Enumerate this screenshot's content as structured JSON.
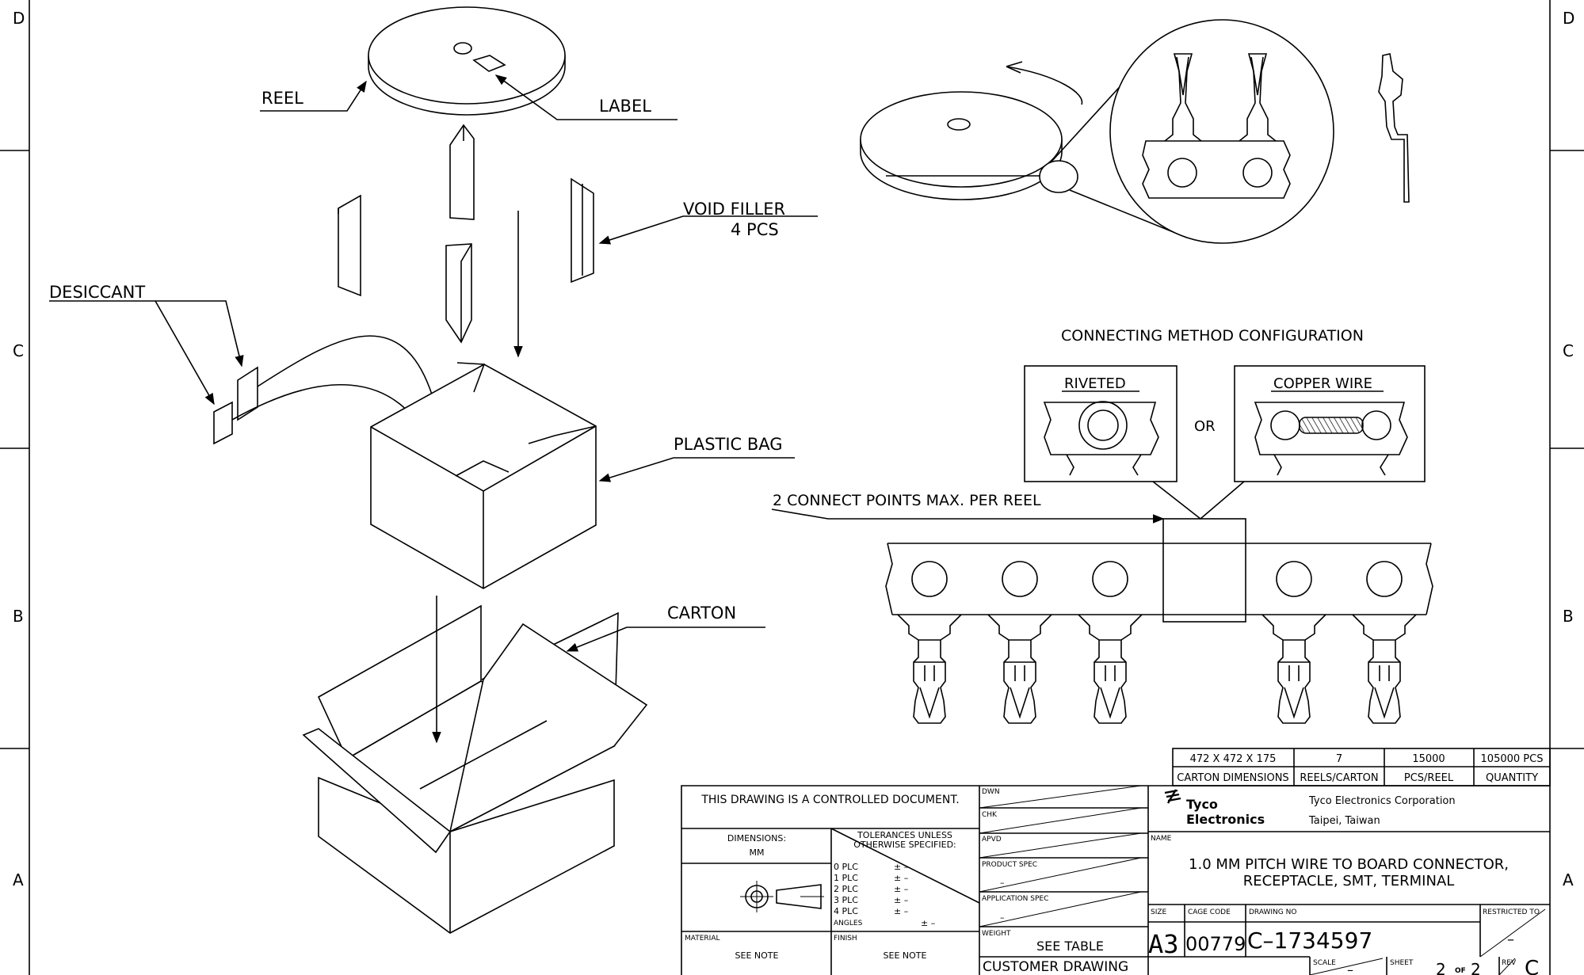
{
  "border": {
    "zone_left": [
      "D",
      "C",
      "B",
      "A"
    ],
    "zone_right": [
      "D",
      "C",
      "B",
      "A"
    ]
  },
  "callouts": {
    "reel": "REEL",
    "label": "LABEL",
    "void_filler": "VOID FILLER",
    "void_filler_qty": "4 PCS",
    "desiccant": "DESICCANT",
    "plastic_bag": "PLASTIC BAG",
    "carton": "CARTON",
    "connect_points": "2 CONNECT POINTS MAX. PER REEL"
  },
  "connecting": {
    "title": "CONNECTING METHOD CONFIGURATION",
    "riveted": "RIVETED",
    "or": "OR",
    "copper_wire": "COPPER WIRE"
  },
  "packaging_table": {
    "values": [
      "472 X 472 X 175",
      "7",
      "15000",
      "105000 PCS"
    ],
    "headers": [
      "CARTON DIMENSIONS",
      "REELS/CARTON",
      "PCS/REEL",
      "QUANTITY"
    ]
  },
  "title_block": {
    "controlled": "THIS DRAWING IS A CONTROLLED DOCUMENT.",
    "dimensions_label": "DIMENSIONS:",
    "dimensions_unit": "MM",
    "tolerances_label": "TOLERANCES UNLESS",
    "tolerances_label2": "OTHERWISE SPECIFIED:",
    "tol_rows": [
      "0 PLC",
      "1 PLC",
      "2 PLC",
      "3 PLC",
      "4 PLC",
      "ANGLES"
    ],
    "tol_sign": "± –",
    "material_label": "MATERIAL",
    "material_value": "SEE NOTE",
    "finish_label": "FINISH",
    "finish_value": "SEE NOTE",
    "dwn": "DWN",
    "chk": "CHK",
    "apvd": "APVD",
    "product_spec": "PRODUCT SPEC",
    "product_spec_value": "–",
    "application_spec": "APPLICATION SPEC",
    "application_spec_value": "–",
    "weight_label": "WEIGHT",
    "weight_value": "SEE TABLE",
    "customer_drawing": "CUSTOMER DRAWING",
    "company_logo_1": "Tyco",
    "company_logo_2": "Electronics",
    "company_name": "Tyco Electronics Corporation",
    "company_city": "Taipei, Taiwan",
    "name_label": "NAME",
    "name_line1": "1.0 MM PITCH WIRE TO BOARD CONNECTOR,",
    "name_line2": "RECEPTACLE, SMT, TERMINAL",
    "size_label": "SIZE",
    "size_value": "A3",
    "cage_label": "CAGE CODE",
    "cage_value": "00779",
    "drawing_no_label": "DRAWING NO",
    "drawing_no_value": "C–1734597",
    "restricted_label": "RESTRICTED TO",
    "restricted_value": "–",
    "scale_label": "SCALE",
    "scale_value": "–",
    "sheet_label": "SHEET",
    "sheet_value": "2",
    "sheet_of": "OF",
    "sheet_total": "2",
    "rev_label": "REV",
    "rev_value": "C"
  }
}
